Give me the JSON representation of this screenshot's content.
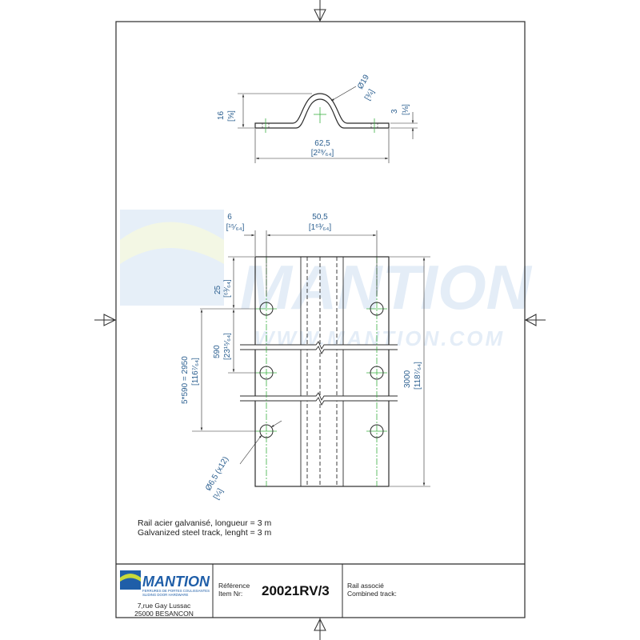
{
  "profile_view": {
    "dia_hole": "Ø19",
    "dia_hole_in": "[¾]",
    "height": "16",
    "height_in": "[⅝]",
    "thickness": "3",
    "thickness_in": "[⅛]",
    "width": "62,5",
    "width_in": "[2²⁹⁄₆₄]"
  },
  "plan_view": {
    "edge": "6",
    "edge_in": "[¹⁵⁄₆₄]",
    "spacing": "50,5",
    "spacing_in": "[1⁶³⁄₆₄]",
    "top_offset": "25",
    "top_offset_in": "[⁶³⁄₆₄]",
    "pitch": "590",
    "pitch_in": "[23¹⁵⁄₆₄]",
    "total_pitch": "5*590 = 2950",
    "total_pitch_in": "[116⁷⁄₆₄]",
    "length": "3000",
    "length_in": "[118⁷⁄₆₄]",
    "hole": "Ø6,5 (x12)",
    "hole_in": "[¼]"
  },
  "notes": {
    "fr": "Rail acier galvanisé, longueur = 3 m",
    "en": "Galvanized steel track, lenght = 3 m"
  },
  "title_block": {
    "logo": "MANTION",
    "logo_tag1": "FERRURES DE PORTES COULISSANTES",
    "logo_tag2": "SLIDING DOOR HARDWARE",
    "address_line1": "7,rue Gay Lussac",
    "address_line2": "25000 BESANCON",
    "ref_label_fr": "Référence",
    "ref_label_en": "Item Nr:",
    "reference": "20021RV/3",
    "combined_fr": "Rail associé",
    "combined_en": "Combined track:"
  },
  "watermark": {
    "text": "MANTION",
    "url": "WWW.MANTION.COM"
  },
  "colors": {
    "line": "#2b2b2b",
    "dimension": "#2a5e8f",
    "centerline": "#3cb043",
    "logo_blue": "#1f5ea8",
    "watermark": "#dde9f4"
  }
}
